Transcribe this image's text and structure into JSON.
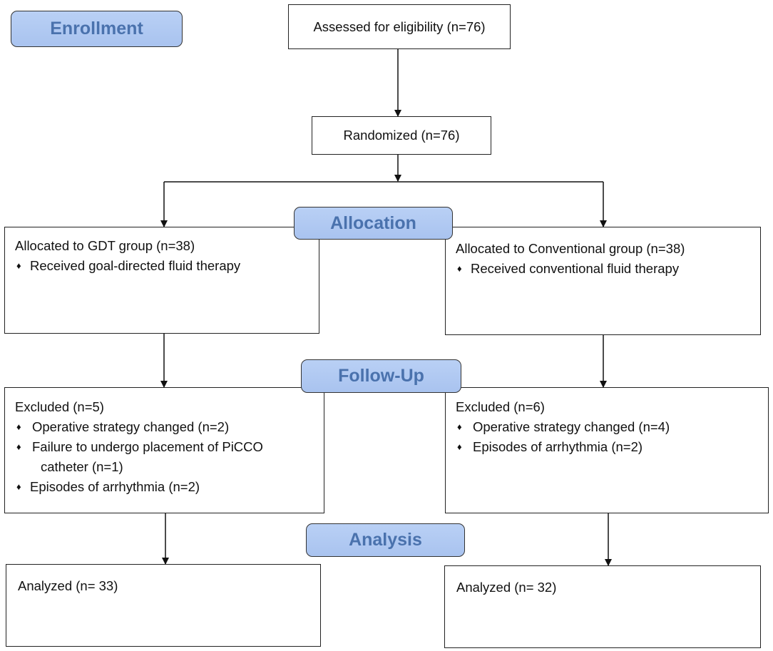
{
  "stages": {
    "enrollment": "Enrollment",
    "allocation": "Allocation",
    "follow_up": "Follow-Up",
    "analysis": "Analysis"
  },
  "assessed": "Assessed for eligibility (n=76)",
  "randomized": "Randomized (n=76)",
  "gdt_group": {
    "allocated": "Allocated to GDT group (n=38)",
    "received": "Received goal-directed fluid therapy",
    "excluded": "Excluded  (n=5)",
    "reasons": [
      "Operative strategy changed (n=2)",
      "Failure to undergo placement of PiCCO",
      "catheter  (n=1)",
      "Episodes of arrhythmia (n=2)"
    ],
    "analyzed": "Analyzed  (n= 33)"
  },
  "conventional_group": {
    "allocated": "Allocated to Conventional group (n=38)",
    "received": "Received conventional fluid therapy",
    "excluded": "Excluded  (n=6)",
    "reasons": [
      "Operative strategy changed (n=4)",
      "Episodes of arrhythmia (n=2)"
    ],
    "analyzed": "Analyzed  (n= 32)"
  },
  "bullet_glyph": "♦"
}
